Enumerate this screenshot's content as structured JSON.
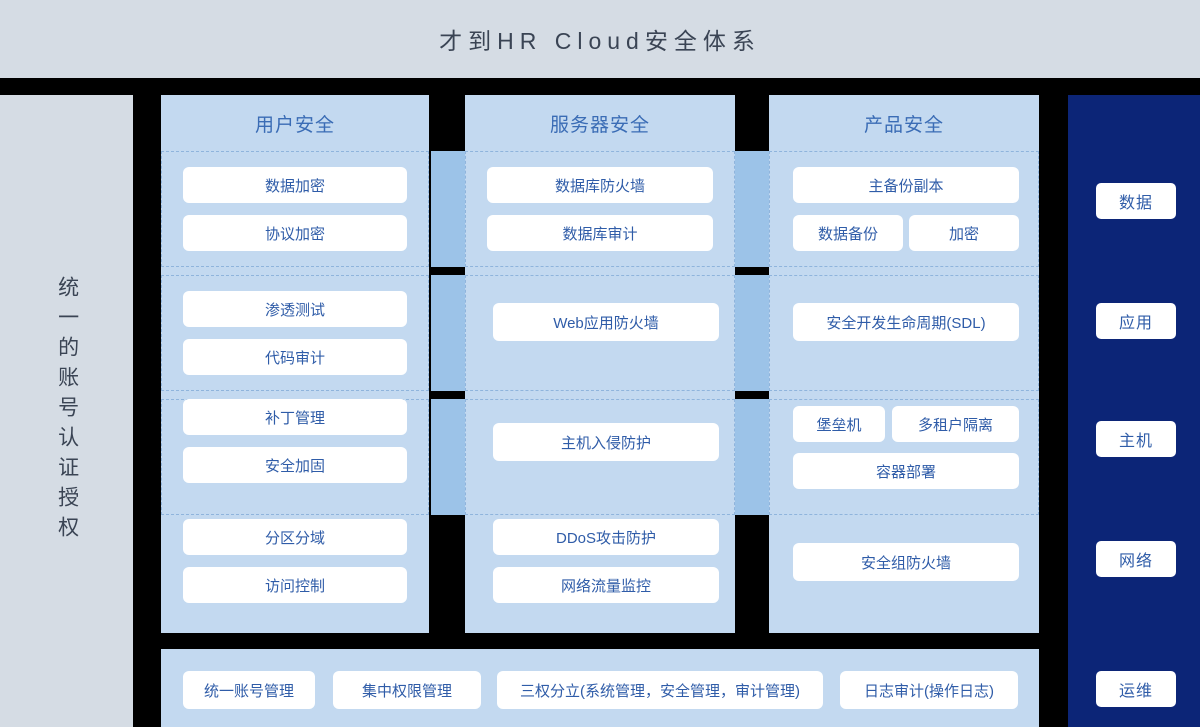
{
  "title": "才到HR Cloud安全体系",
  "left_rail": {
    "label": "统一的账号认证授权"
  },
  "columns": [
    {
      "id": "user",
      "header": "用户安全",
      "rows": [
        {
          "grouped": true,
          "items": [
            "数据加密",
            "协议加密"
          ]
        },
        {
          "grouped": true,
          "items": [
            "渗透测试",
            "代码审计"
          ]
        },
        {
          "grouped": true,
          "items": [
            "补丁管理",
            "安全加固"
          ]
        },
        {
          "grouped": false,
          "items": [
            "分区分域",
            "访问控制"
          ]
        }
      ]
    },
    {
      "id": "server",
      "header": "服务器安全",
      "rows": [
        {
          "grouped": true,
          "items": [
            "数据库防火墙",
            "数据库审计"
          ]
        },
        {
          "grouped": true,
          "items": [
            "Web应用防火墙"
          ]
        },
        {
          "grouped": true,
          "items": [
            "主机入侵防护"
          ]
        },
        {
          "grouped": false,
          "items": [
            "DDoS攻击防护",
            "网络流量监控"
          ]
        }
      ]
    },
    {
      "id": "product",
      "header": "产品安全",
      "rows": [
        {
          "grouped": true,
          "items": [
            "主备份副本",
            "数据备份",
            "加密"
          ]
        },
        {
          "grouped": true,
          "items": [
            "安全开发生命周期(SDL)"
          ]
        },
        {
          "grouped": true,
          "items": [
            "堡垒机",
            "多租户隔离",
            "容器部署"
          ]
        },
        {
          "grouped": false,
          "items": [
            "安全组防火墙"
          ]
        }
      ]
    }
  ],
  "right_rail": {
    "badges": [
      "数据",
      "应用",
      "主机",
      "网络",
      "运维"
    ]
  },
  "bottom_bar": {
    "items": [
      "统一账号管理",
      "集中权限管理",
      "三权分立(系统管理，安全管理，审计管理)",
      "日志审计(操作日志)"
    ]
  },
  "colors": {
    "title_bg": "#d5dce4",
    "column_bg": "#c3d9f0",
    "strip_bg": "#9cc3e8",
    "navy": "#0c2577",
    "text_blue": "#2f5ca8",
    "header_blue": "#3a6cb5",
    "dashed_border": "#8fb4dc",
    "gap_black": "#000000"
  }
}
